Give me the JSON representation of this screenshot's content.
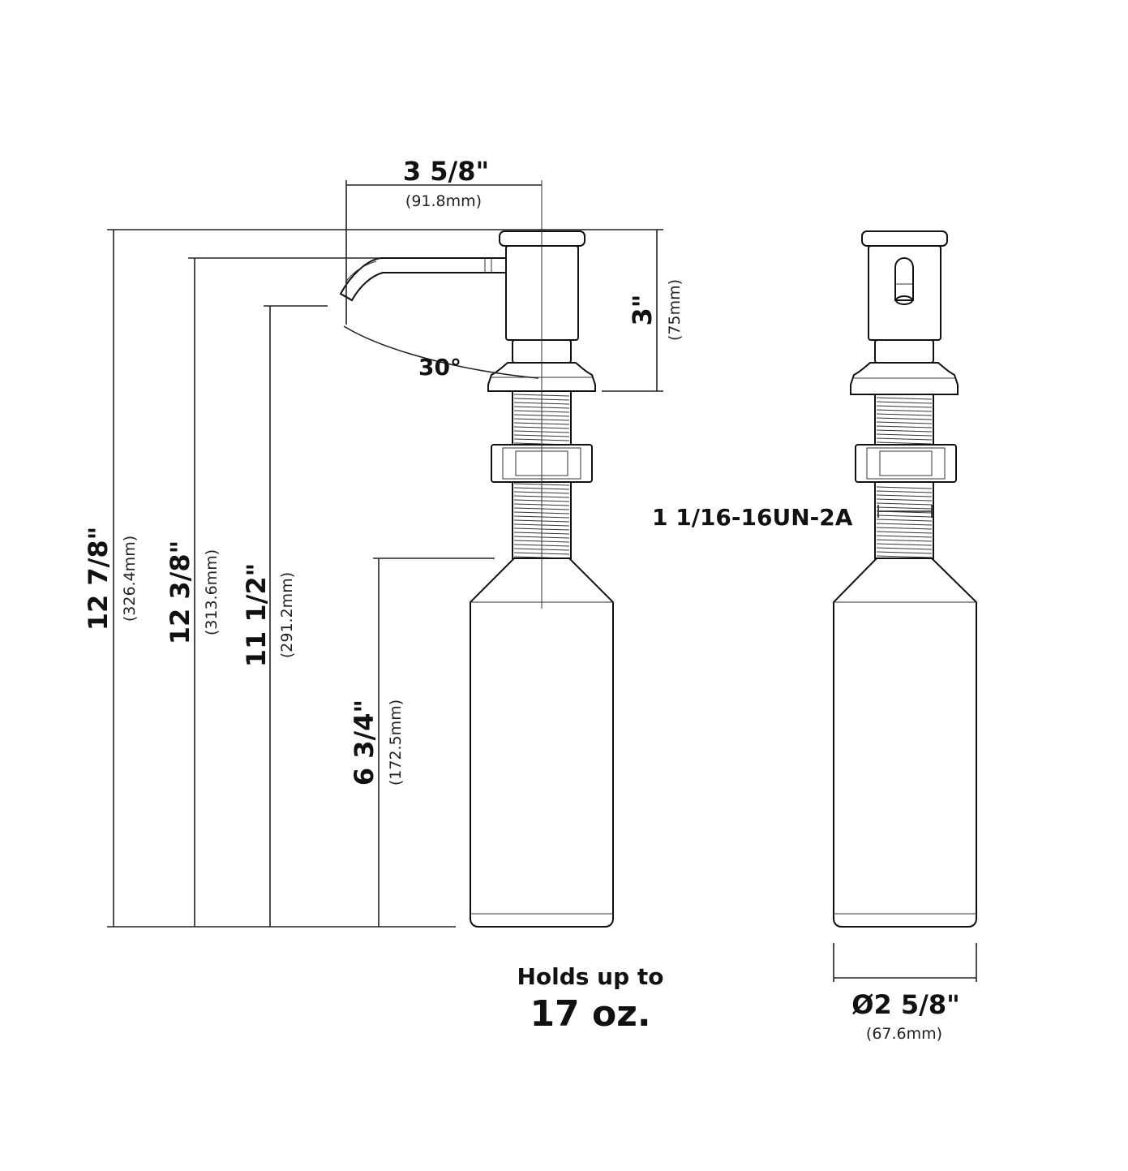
{
  "dimensions": {
    "spout_reach": {
      "imperial": "3 5/8\"",
      "metric": "(91.8mm)"
    },
    "head_height": {
      "imperial": "3\"",
      "metric": "(75mm)"
    },
    "spout_angle": {
      "value": "30°"
    },
    "overall_height": {
      "imperial": "12 7/8\"",
      "metric": "(326.4mm)"
    },
    "spout_top_height": {
      "imperial": "12 3/8\"",
      "metric": "(313.6mm)"
    },
    "spout_outlet_height": {
      "imperial": "11 1/2\"",
      "metric": "(291.2mm)"
    },
    "bottle_height": {
      "imperial": "6 3/4\"",
      "metric": "(172.5mm)"
    },
    "thread_spec": {
      "value": "1 1/16-16UN-2A"
    },
    "bottle_diameter": {
      "imperial": "Ø2 5/8\"",
      "metric": "(67.6mm)"
    }
  },
  "capacity": {
    "line1": "Holds up to",
    "line2": "17 oz."
  },
  "colors": {
    "line": "#111111",
    "background": "#ffffff"
  }
}
